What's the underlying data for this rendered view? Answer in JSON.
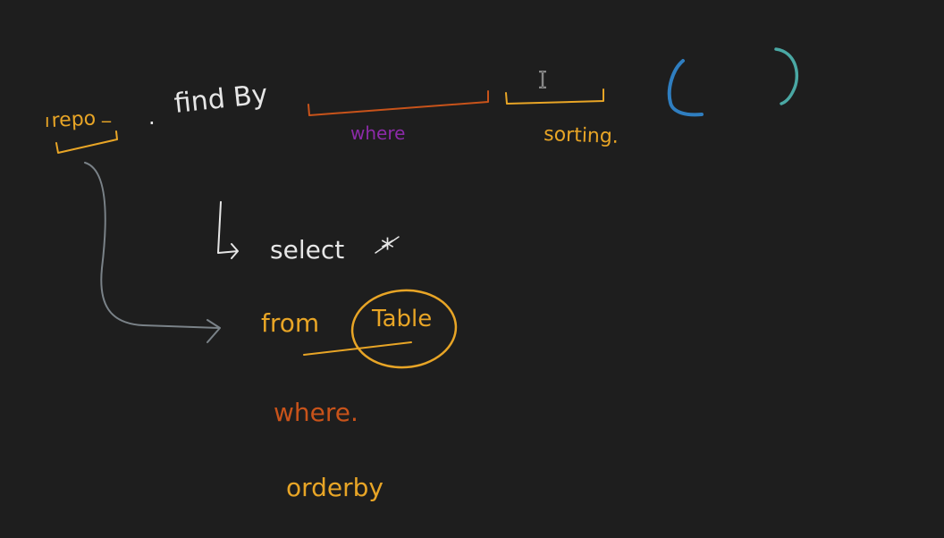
{
  "canvas": {
    "background": "#1e1e1e"
  },
  "colors": {
    "yellow": "#e8a526",
    "white": "#e6e6e6",
    "orange": "#c8531a",
    "purple": "#8c2aa8",
    "blue": "#2f7ec0",
    "teal": "#4aa8a4",
    "grey": "#7a8288"
  },
  "notes": {
    "repo": "repo",
    "repo_dash": "_",
    "dot": ".",
    "find_by": "find By",
    "where_top": "where",
    "sorting": "sorting.",
    "select": "select",
    "star": "*",
    "from": "from",
    "table": "Table",
    "where_bottom": "where.",
    "orderby": "orderby"
  },
  "cursor": {
    "icon": "text-cursor-icon"
  }
}
